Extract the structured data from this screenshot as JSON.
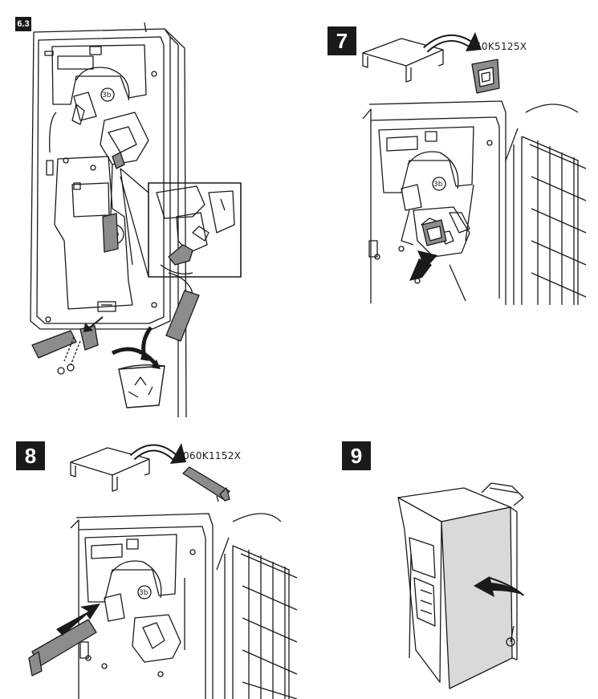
{
  "steps": [
    {
      "label": "6.3",
      "callout": "3b"
    },
    {
      "label": "7",
      "part_number": "50K5125X",
      "callout": "3b"
    },
    {
      "label": "8",
      "part_number": "060K1152X",
      "callout": "3b"
    },
    {
      "label": "9"
    }
  ],
  "icons": {
    "recycle": "recycle-bin-icon",
    "arrow": "curved-arrow-icon"
  },
  "colors": {
    "line": "#1a1a1a",
    "part_fill": "#8c8c8c",
    "panel_fill": "#d9d9d9",
    "badge_bg": "#1a1a1a"
  }
}
